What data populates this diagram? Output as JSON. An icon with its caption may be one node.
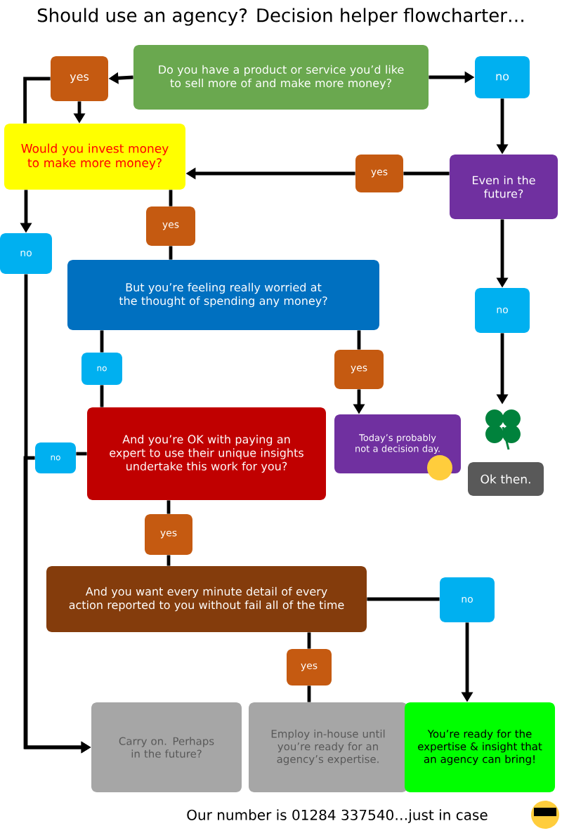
{
  "diagram": {
    "title": "Should use an agency? Decision helper flowcharter…",
    "nodes": [
      {
        "text": [
          "Do you have a product or service you’d like to sell more of and make more money?"
        ]
      },
      {
        "text": [
          "yes"
        ]
      },
      {
        "text": [
          "no"
        ]
      },
      {
        "text": [
          "Would you invest money to make more money?"
        ]
      },
      {
        "text": [
          "yes"
        ]
      },
      {
        "text": [
          "Even in the future?"
        ]
      },
      {
        "text": [
          "no"
        ]
      },
      {
        "text": [
          "yes"
        ]
      },
      {
        "text": [
          "But you’re feeling really worried at the thought of spending any money?"
        ]
      },
      {
        "text": [
          "no"
        ]
      },
      {
        "text": [
          "no"
        ]
      },
      {
        "text": [
          "yes"
        ]
      },
      {
        "text": [],
        "shape": "picture"
      },
      {
        "text": [
          "And you’re OK with paying an expert to use their unique insights undertake this work for you?"
        ]
      },
      {
        "text": [
          "Today’s probably not a decision day."
        ]
      },
      {
        "text": [
          "no"
        ]
      },
      {
        "text": [
          "Ok then."
        ]
      },
      {
        "text": [
          "yes"
        ]
      },
      {
        "text": [
          "And you want every minute detail of every action reported to you without fail all of the time"
        ]
      },
      {
        "text": [
          "no"
        ]
      },
      {
        "text": [
          "yes"
        ]
      },
      {
        "text": [
          "Carry on. Perhaps in the future?"
        ]
      },
      {
        "text": [
          "Employ in-house until you’re ready for an agency’s expertise."
        ]
      },
      {
        "text": [
          "You’re ready for the expertise & insight that an agency can bring!"
        ]
      }
    ],
    "edges": [
      {
        "from": 0,
        "to": 1,
        "arrow": "to"
      },
      {
        "from": 1,
        "to": 3,
        "arrow": "to"
      },
      {
        "from": 1,
        "to": 3,
        "arrow": "none"
      },
      {
        "from": 0,
        "to": 2,
        "arrow": "to"
      },
      {
        "from": 2,
        "to": 5,
        "arrow": "to"
      },
      {
        "from": 5,
        "to": 4,
        "arrow": "none"
      },
      {
        "from": 4,
        "to": 3,
        "arrow": "to"
      },
      {
        "from": 3,
        "to": 6,
        "arrow": "to"
      },
      {
        "from": 6,
        "to": 21,
        "arrow": "to"
      },
      {
        "from": 3,
        "to": 7,
        "arrow": "none"
      },
      {
        "from": 7,
        "to": 8,
        "arrow": "none"
      },
      {
        "from": 5,
        "to": 9,
        "arrow": "to"
      },
      {
        "from": 9,
        "to": 12,
        "arrow": "to"
      },
      {
        "from": 8,
        "to": 10,
        "arrow": "none"
      },
      {
        "from": 10,
        "to": 13,
        "arrow": "none"
      },
      {
        "from": 8,
        "to": 11,
        "arrow": "none"
      },
      {
        "from": 11,
        "to": 14,
        "arrow": "to"
      },
      {
        "from": 13,
        "to": 15,
        "arrow": "none"
      },
      {
        "from": 15,
        "to": 21,
        "arrow": "to"
      },
      {
        "from": 13,
        "to": 17,
        "arrow": "none"
      },
      {
        "from": 17,
        "to": 18,
        "arrow": "none"
      },
      {
        "from": 18,
        "to": 19,
        "arrow": "none"
      },
      {
        "from": 19,
        "to": 23,
        "arrow": "to"
      },
      {
        "from": 18,
        "to": 20,
        "arrow": "none"
      },
      {
        "from": 20,
        "to": 22,
        "arrow": "none"
      }
    ],
    "labels": [
      "Our number is 01284 337540…just in case"
    ]
  }
}
